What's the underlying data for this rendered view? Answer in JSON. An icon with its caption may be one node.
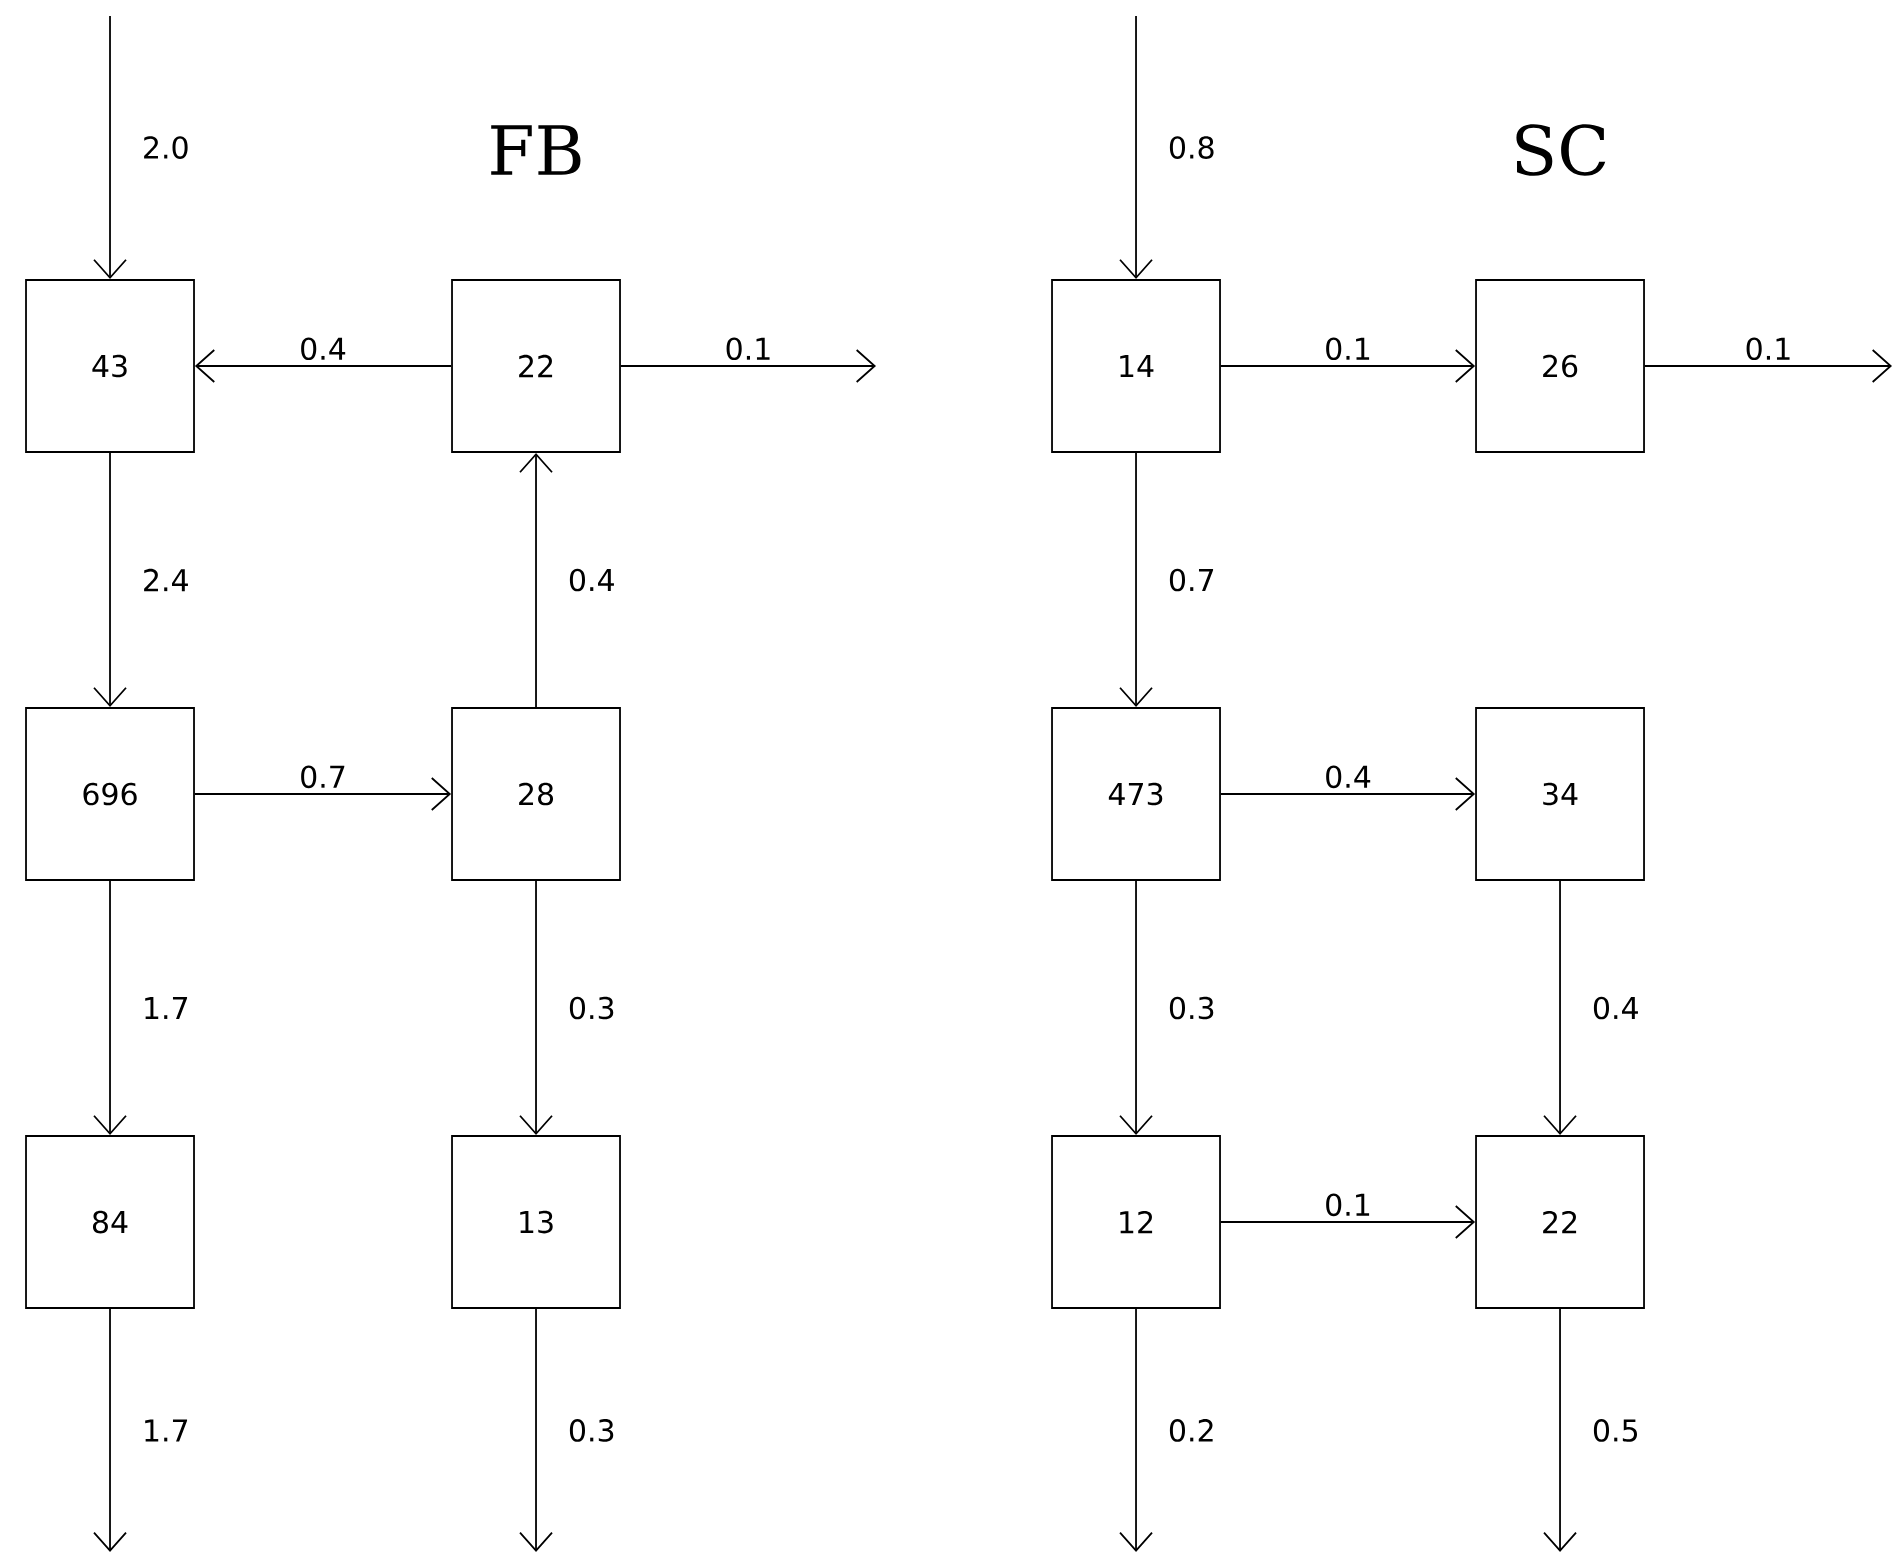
{
  "diagram": {
    "nodes": [
      {
        "text": [
          "43"
        ]
      },
      {
        "text": [
          "22"
        ]
      },
      {
        "text": [
          "696"
        ]
      },
      {
        "text": [
          "28"
        ]
      },
      {
        "text": [
          "84"
        ]
      },
      {
        "text": [
          "13"
        ]
      },
      {
        "text": [
          "14"
        ]
      },
      {
        "text": [
          "26"
        ]
      },
      {
        "text": [
          "473"
        ]
      },
      {
        "text": [
          "34"
        ]
      },
      {
        "text": [
          "12"
        ]
      },
      {
        "text": [
          "22"
        ]
      }
    ],
    "edges": [
      {
        "from": null,
        "to": 0,
        "arrow": "to",
        "label": "2.0"
      },
      {
        "from": 1,
        "to": 0,
        "arrow": "to",
        "label": "0.4"
      },
      {
        "from": 1,
        "to": null,
        "arrow": "to",
        "label": "0.1"
      },
      {
        "from": 0,
        "to": 2,
        "arrow": "to",
        "label": "2.4"
      },
      {
        "from": 2,
        "to": 3,
        "arrow": "to",
        "label": "0.7"
      },
      {
        "from": 3,
        "to": 1,
        "arrow": "to",
        "label": "0.4"
      },
      {
        "from": 2,
        "to": 4,
        "arrow": "to",
        "label": "1.7"
      },
      {
        "from": 3,
        "to": 5,
        "arrow": "to",
        "label": "0.3"
      },
      {
        "from": 4,
        "to": null,
        "arrow": "to",
        "label": "1.7"
      },
      {
        "from": 5,
        "to": null,
        "arrow": "to",
        "label": "0.3"
      },
      {
        "from": null,
        "to": 6,
        "arrow": "to",
        "label": "0.8"
      },
      {
        "from": 6,
        "to": 7,
        "arrow": "to",
        "label": "0.1"
      },
      {
        "from": 7,
        "to": null,
        "arrow": "to",
        "label": "0.1"
      },
      {
        "from": 6,
        "to": 8,
        "arrow": "to",
        "label": "0.7"
      },
      {
        "from": 8,
        "to": 9,
        "arrow": "to",
        "label": "0.4"
      },
      {
        "from": 8,
        "to": 10,
        "arrow": "to",
        "label": "0.3"
      },
      {
        "from": 9,
        "to": 11,
        "arrow": "to",
        "label": "0.4"
      },
      {
        "from": 10,
        "to": 11,
        "arrow": "to",
        "label": "0.1"
      },
      {
        "from": 10,
        "to": null,
        "arrow": "to",
        "label": "0.2"
      },
      {
        "from": 11,
        "to": null,
        "arrow": "to",
        "label": "0.5"
      }
    ],
    "labels": [
      "FB",
      "SC"
    ]
  }
}
